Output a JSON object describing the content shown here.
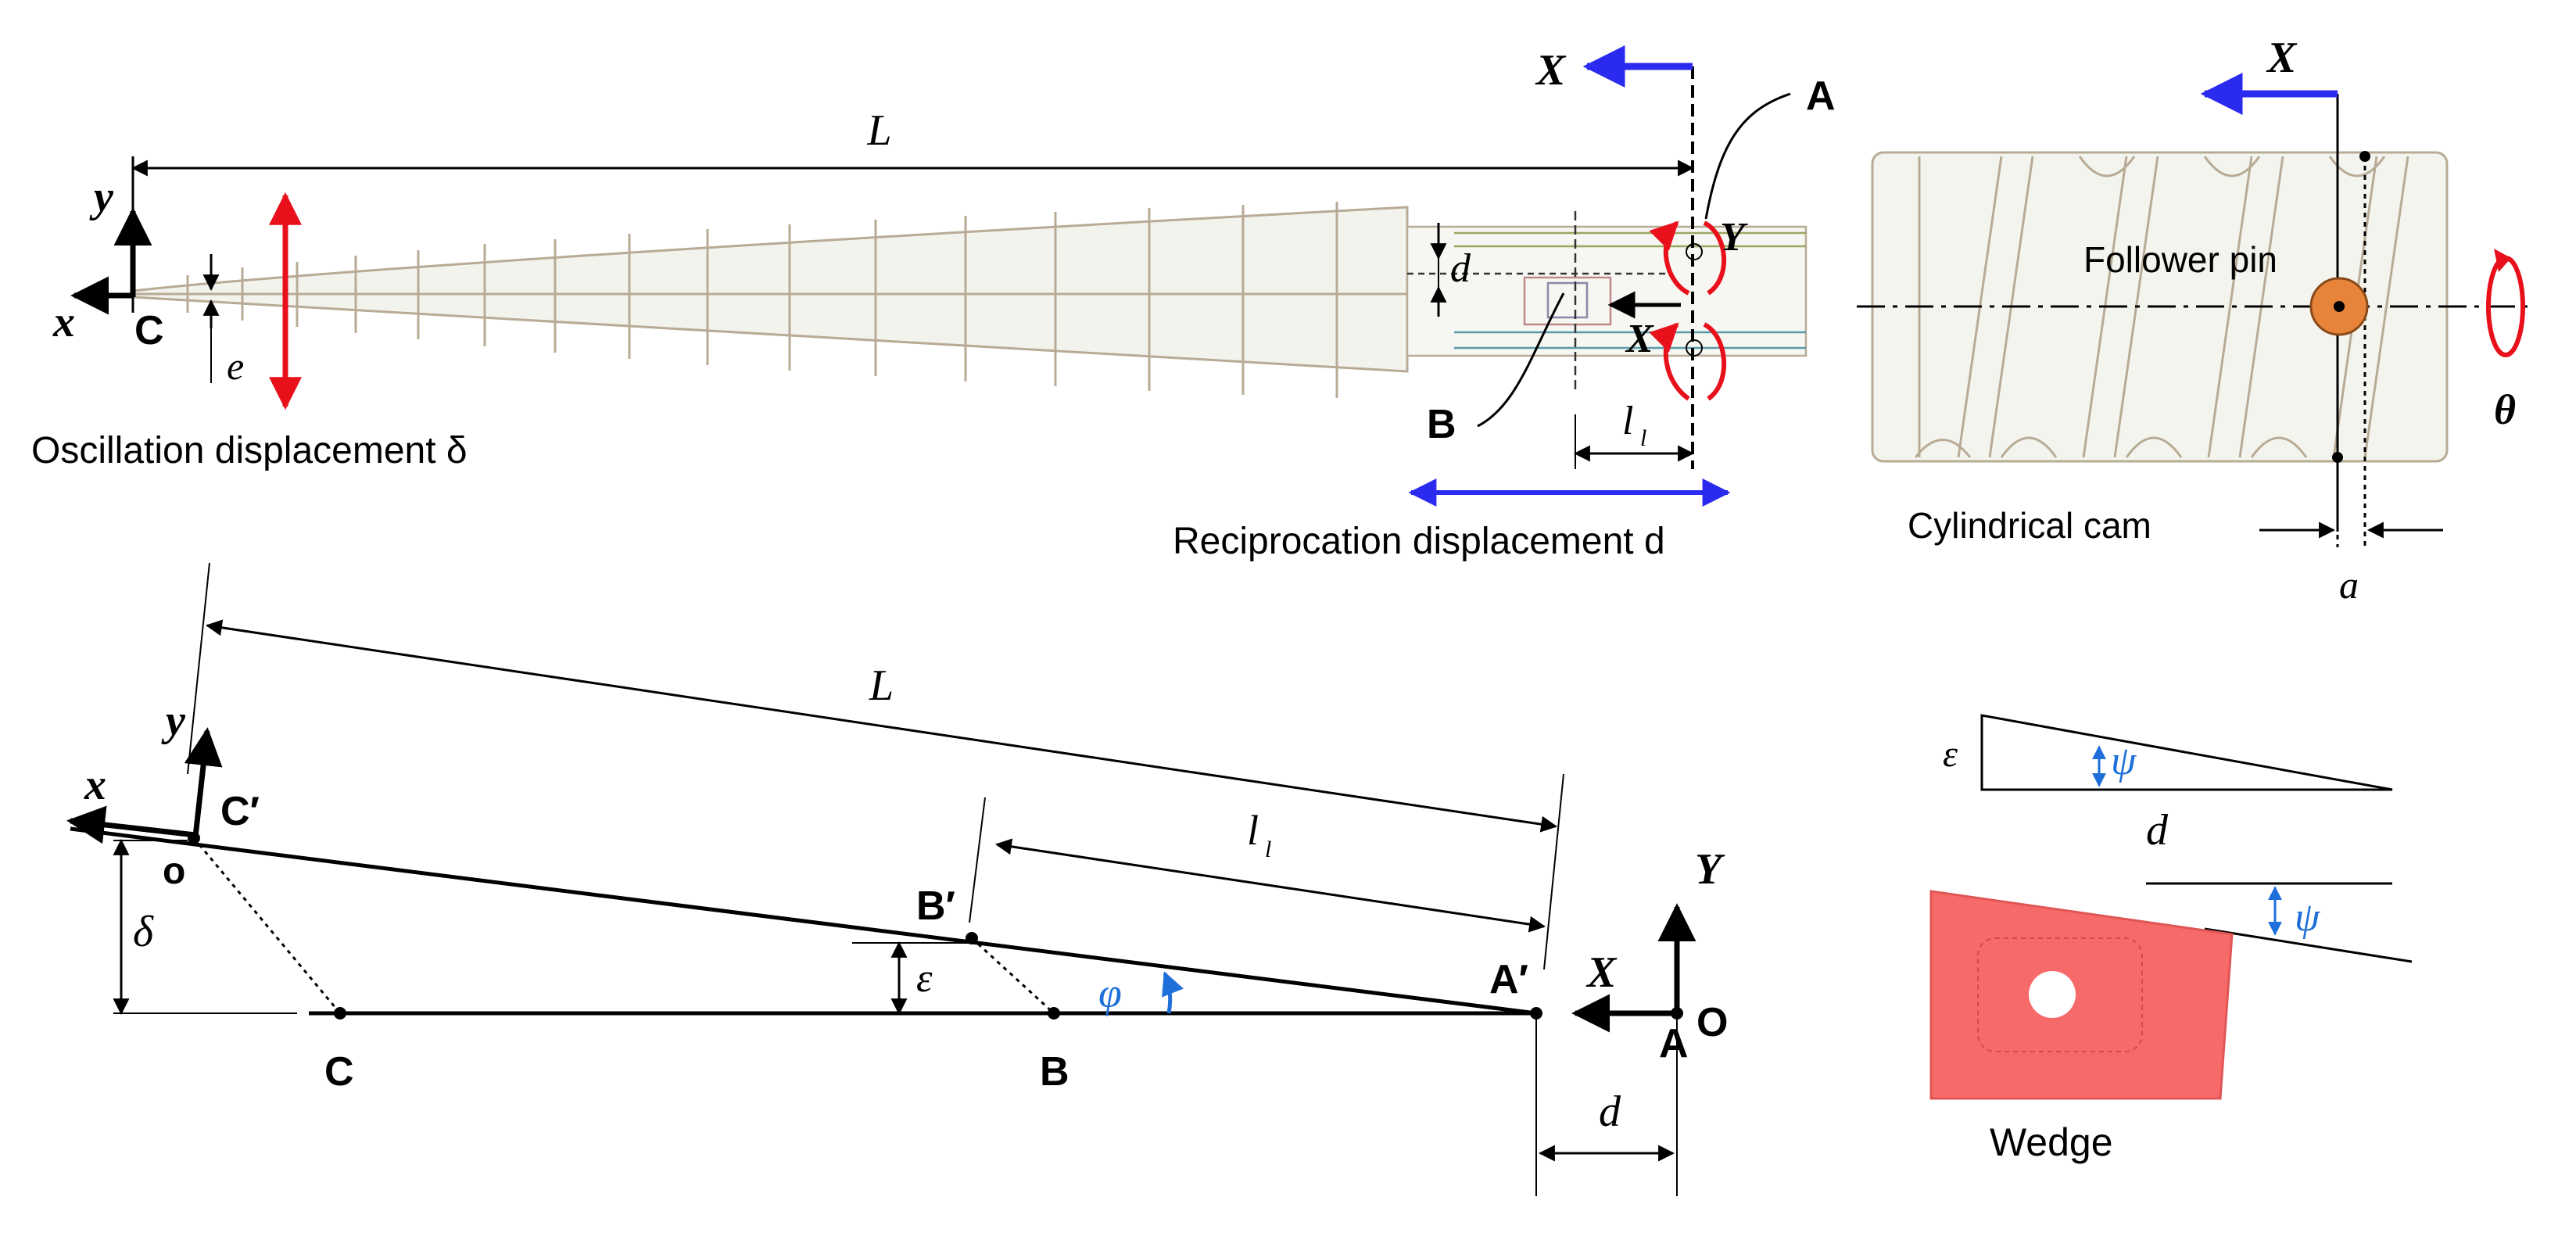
{
  "top_left": {
    "length_label": "L",
    "axis_y": "y",
    "axis_x": "x",
    "point_c": "C",
    "offset_e": "e",
    "offset_d": "d",
    "axis_X_top": "X",
    "point_a": "A",
    "axis_Y": "Y",
    "axis_X_mid": "X",
    "point_b": "B",
    "length_l1_base": "l",
    "length_l1_sub": "l",
    "oscillation_caption": "Oscillation displacement δ",
    "reciprocation_caption": "Reciprocation displacement d"
  },
  "cam": {
    "axis_X": "X",
    "follower_label": "Follower pin",
    "theta": "θ",
    "caption": "Cylindrical cam",
    "offset_a": "a"
  },
  "bottom_left": {
    "length_label": "L",
    "axis_y": "y",
    "axis_x": "x",
    "point_c_prime": "C′",
    "point_o_left": "o",
    "delta": "δ",
    "point_c": "C",
    "length_l1_base": "l",
    "length_l1_sub": "l",
    "point_b_prime": "B′",
    "epsilon": "ε",
    "point_b": "B",
    "phi": "φ",
    "point_a_prime": "A′",
    "axis_X": "X",
    "axis_Y": "Y",
    "point_a": "A",
    "point_o": "O",
    "d_label": "d"
  },
  "wedge": {
    "epsilon": "ε",
    "psi_top": "ψ",
    "d_label": "d",
    "psi_bottom": "ψ",
    "caption": "Wedge"
  },
  "colors": {
    "red_arrow": "#e8111b",
    "blue_arrow": "#2b2bf0",
    "annotation_blue": "#1e6fd9",
    "wedge_fill": "#f76a6a",
    "follower_fill": "#e8843a",
    "cam_body": "#f4f4ef"
  }
}
